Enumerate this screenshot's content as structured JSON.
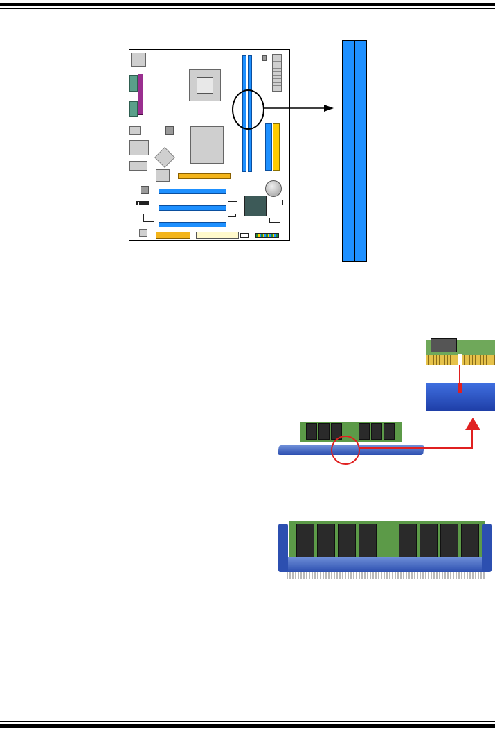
{
  "page": {
    "background": "#ffffff",
    "rule_color": "#000000"
  },
  "colors": {
    "dimm_blue": "#1e90ff",
    "ide_yellow": "#ffcc00",
    "pci_orange": "#f3b41a",
    "highlight_red": "#e02020"
  },
  "figures": {
    "board_layout": {
      "icon": "motherboard-layout-diagram"
    },
    "dimm_callout": {
      "icon": "arrow-right-icon"
    },
    "dimm_slot": {
      "icon": "memory-slot-closeup"
    },
    "notch_photo": {
      "icon": "dimm-notch-alignment-photo"
    },
    "installed_photo": {
      "icon": "dimm-installed-photo"
    }
  }
}
